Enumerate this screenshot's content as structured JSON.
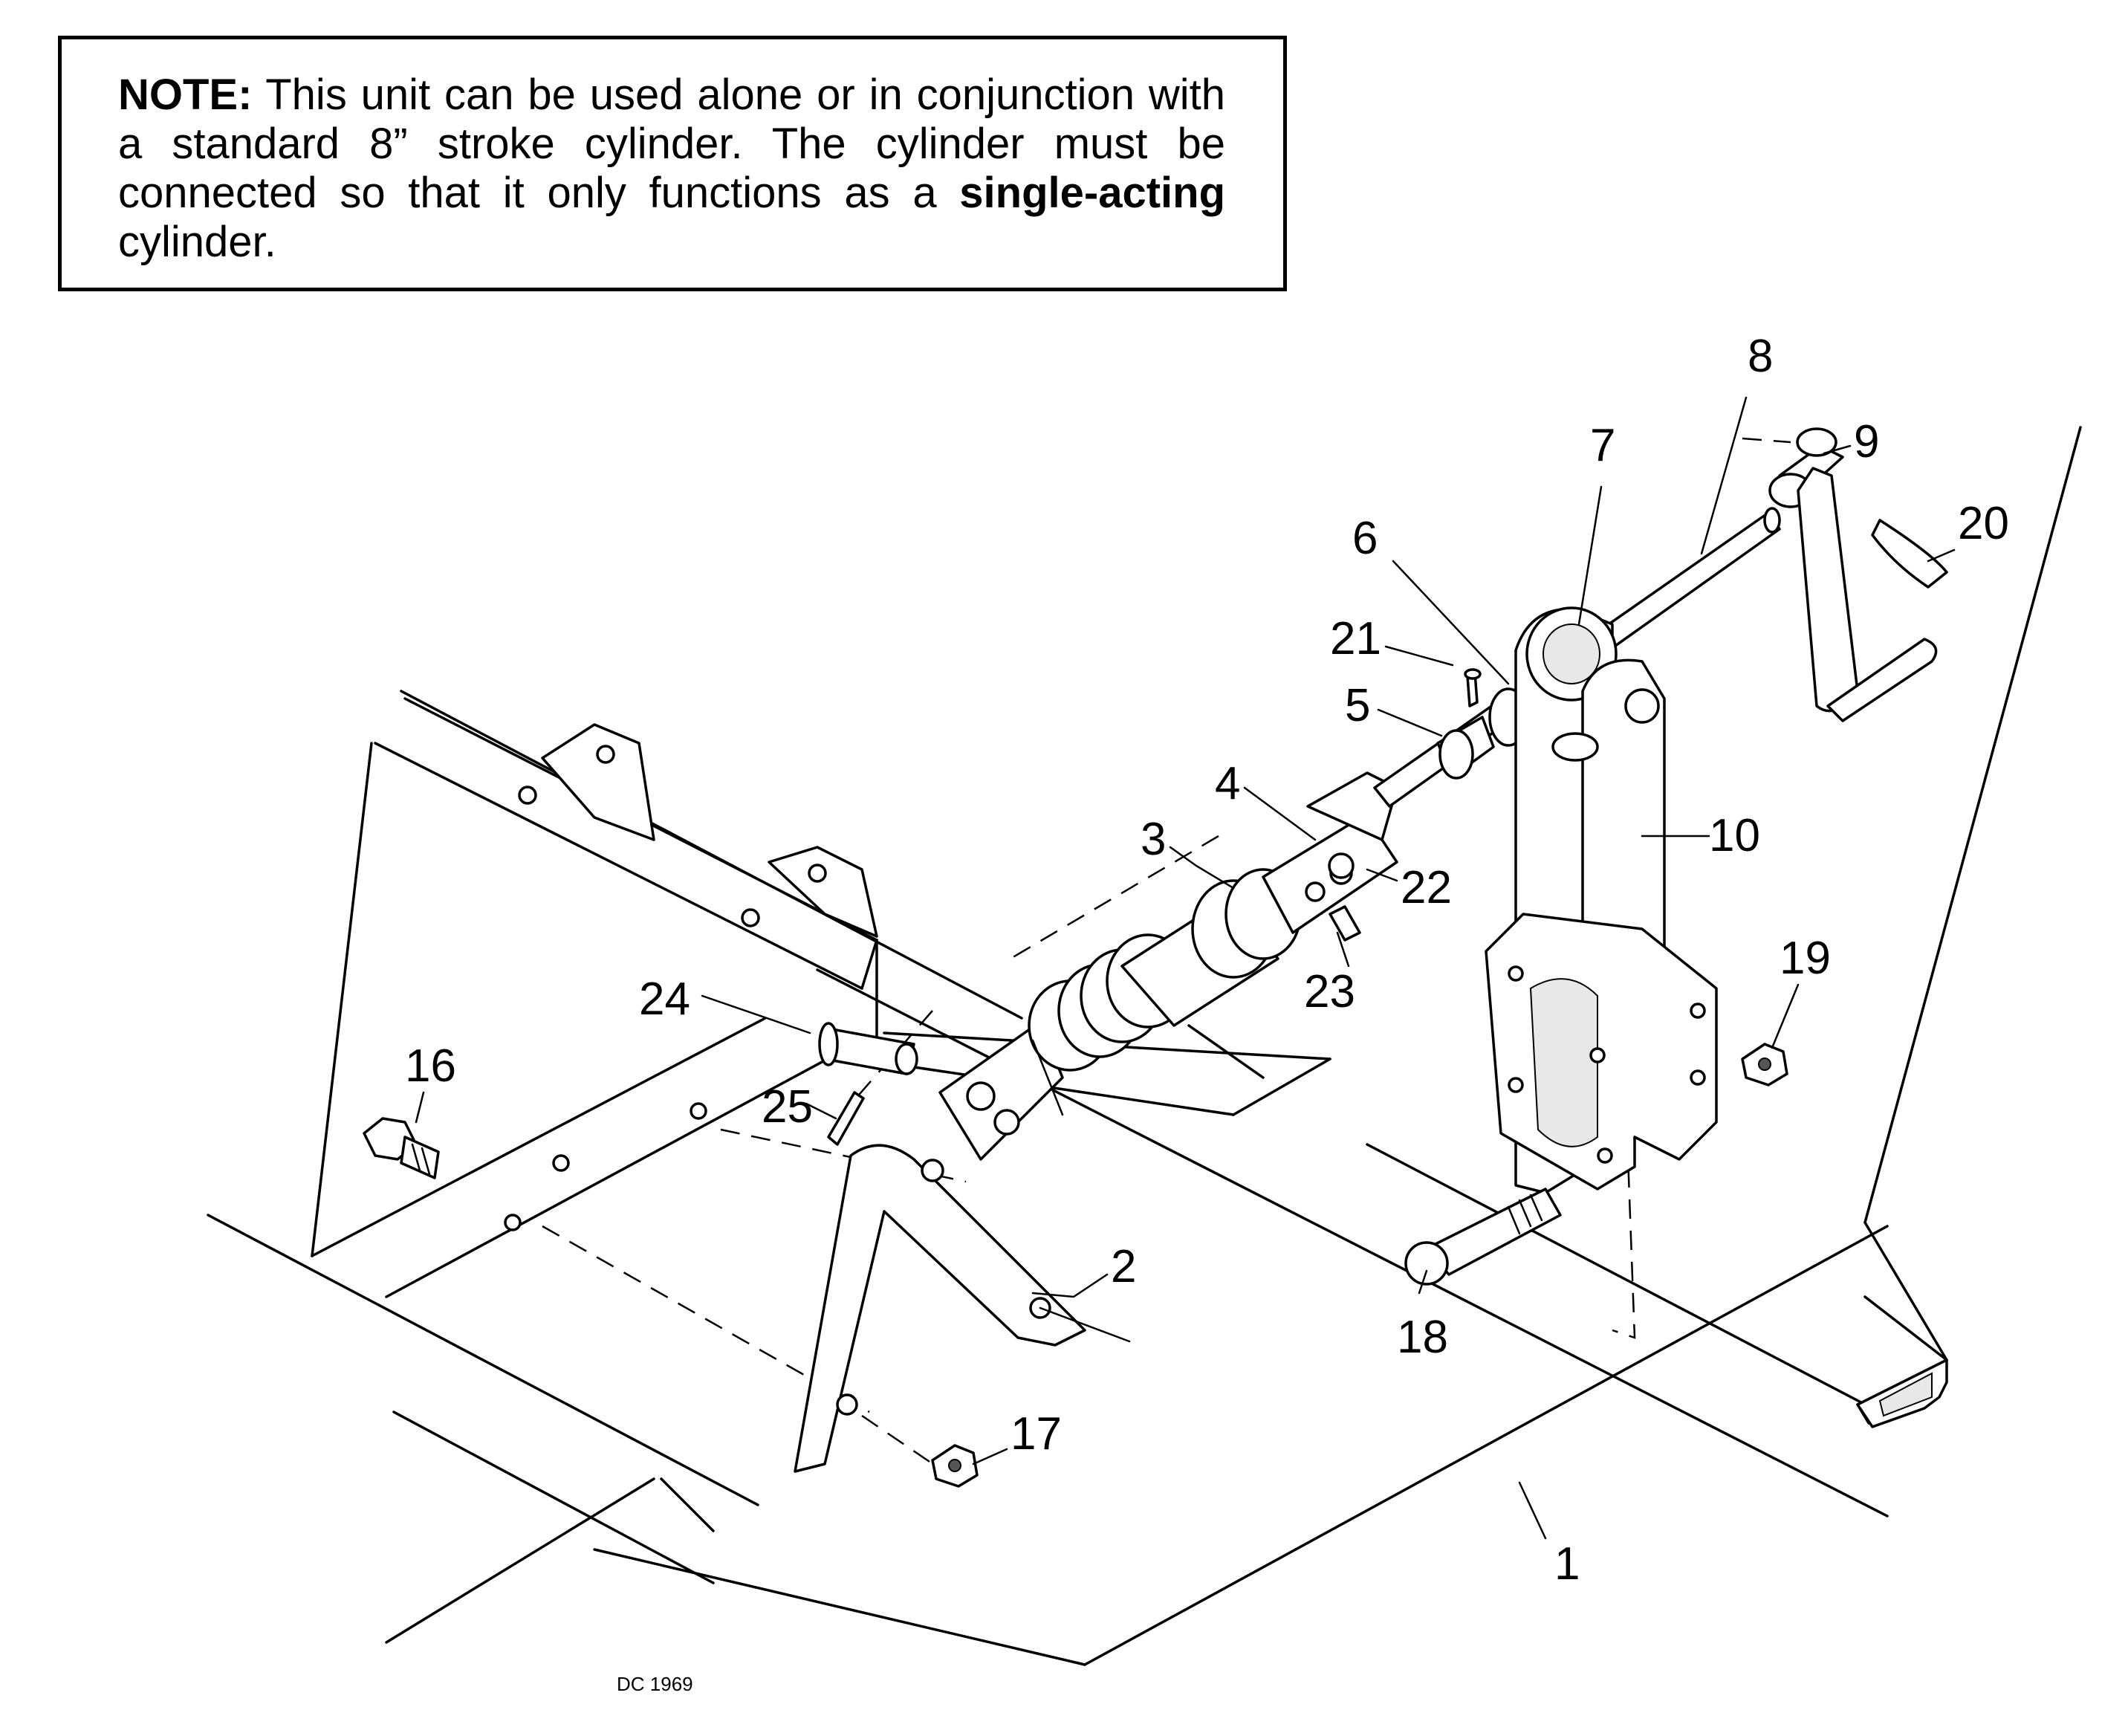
{
  "note": {
    "label": "NOTE:",
    "text_a": " This unit can be used alone or in conjunction with a standard 8” stroke cylinder. The cylinder must be connected so that it only functions as a ",
    "emphasis": "single-acting",
    "text_b": " cylinder."
  },
  "callouts": {
    "c1": "1",
    "c2": "2",
    "c3": "3",
    "c4": "4",
    "c5": "5",
    "c6": "6",
    "c7": "7",
    "c8": "8",
    "c9": "9",
    "c10": "10",
    "c16": "16",
    "c17": "17",
    "c18": "18",
    "c19": "19",
    "c20": "20",
    "c21": "21",
    "c22": "22",
    "c23": "23",
    "c24": "24",
    "c25": "25"
  },
  "drawing_code": "DC 1969"
}
